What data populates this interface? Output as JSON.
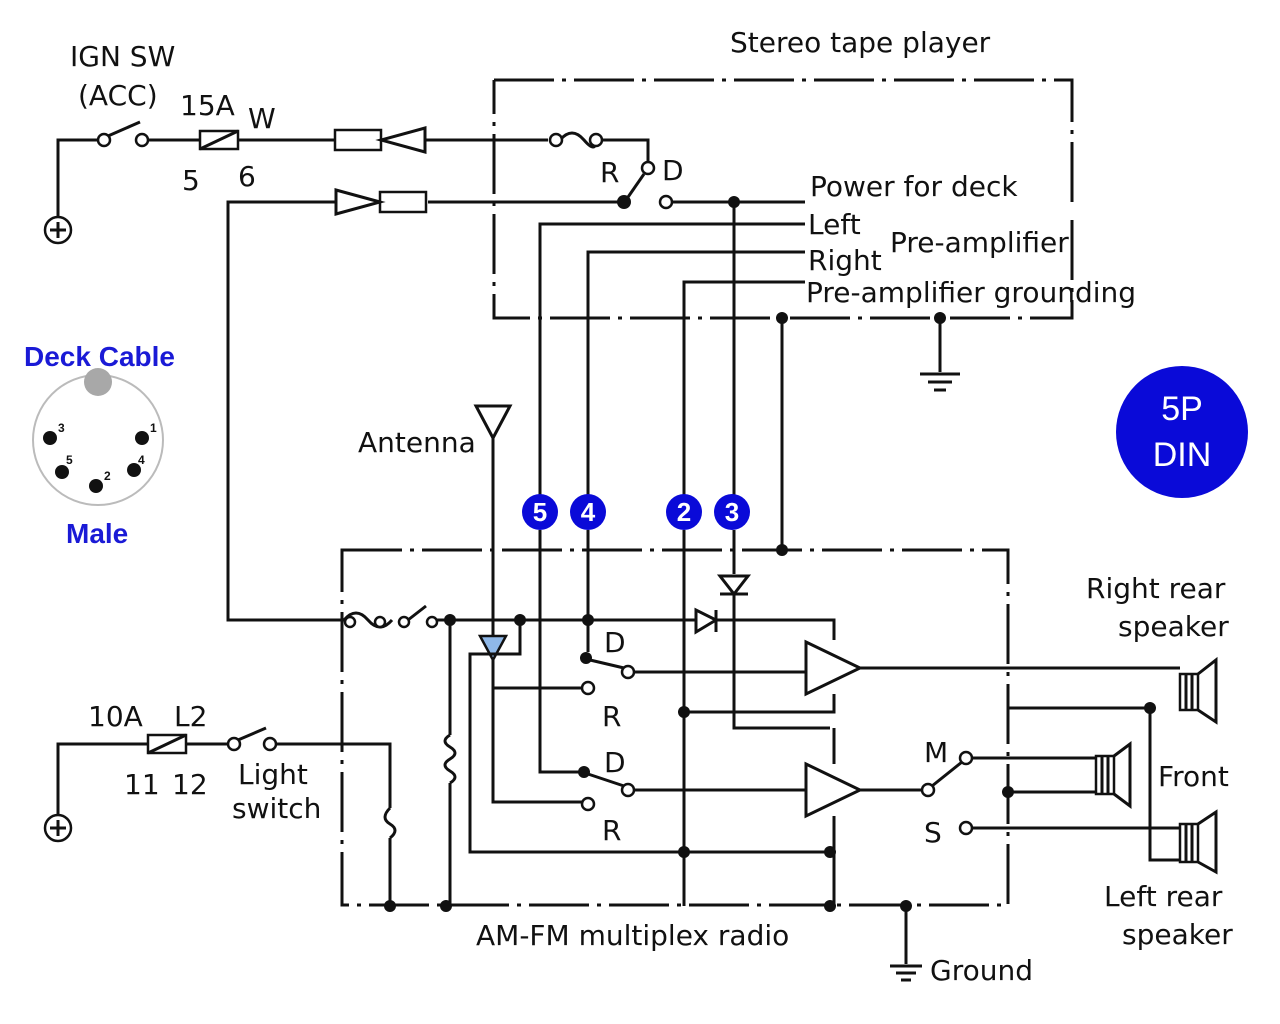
{
  "labels": {
    "stereo_tape_player": "Stereo tape player",
    "ign_sw": "IGN SW",
    "acc": "(ACC)",
    "fuse_15a": "15A",
    "w": "W",
    "term_5": "5",
    "term_6": "6",
    "r_top": "R",
    "d_top": "D",
    "power_for_deck": "Power for deck",
    "left": "Left",
    "right": "Right",
    "pre_amplifier": "Pre-amplifier",
    "pre_amplifier_grounding": "Pre-amplifier grounding",
    "antenna": "Antenna",
    "fuse_10a": "10A",
    "l2": "L2",
    "term_11": "11",
    "term_12": "12",
    "light": "Light",
    "switch": "switch",
    "d_upper": "D",
    "r_upper": "R",
    "d_lower": "D",
    "r_lower": "R",
    "m": "M",
    "s": "S",
    "right_rear": "Right rear",
    "speaker_1": "speaker",
    "front": "Front",
    "left_rear": "Left rear",
    "speaker_2": "speaker",
    "am_fm": "AM-FM multiplex radio",
    "ground": "Ground",
    "deck_cable": "Deck Cable",
    "male": "Male",
    "din_line1": "5P",
    "din_line2": "DIN"
  },
  "badges": [
    "5",
    "4",
    "2",
    "3"
  ],
  "din_pins": [
    "1",
    "2",
    "3",
    "4",
    "5"
  ],
  "colors": {
    "annotation_blue": "#1a1ad6",
    "badge_blue": "#0a0ad8",
    "antenna_fill": "#8fb8e8",
    "connector_key": "#a8a8a8"
  }
}
